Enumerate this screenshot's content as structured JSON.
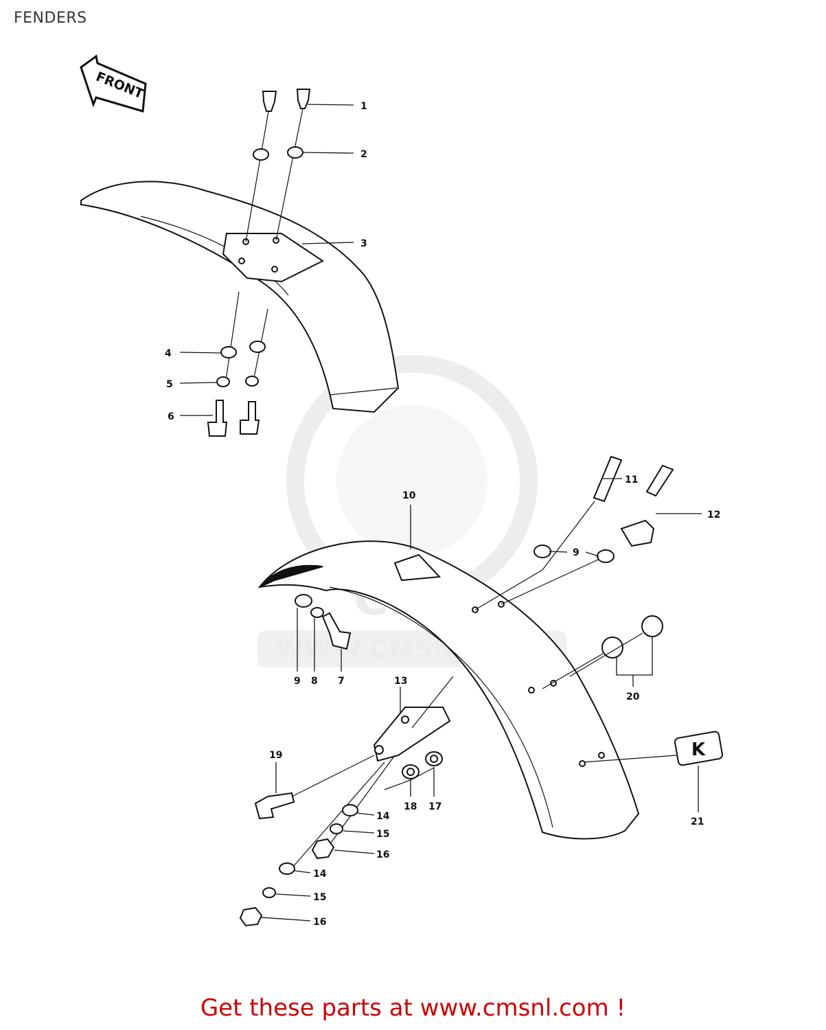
{
  "page": {
    "title": "FENDERS"
  },
  "front_arrow": {
    "label": "FRONT"
  },
  "watermark": {
    "brand": "CMS",
    "url": "WWW.CMSNL.COM"
  },
  "callouts": [
    {
      "id": "c1",
      "label": "1"
    },
    {
      "id": "c2",
      "label": "2"
    },
    {
      "id": "c3",
      "label": "3"
    },
    {
      "id": "c4",
      "label": "4"
    },
    {
      "id": "c5",
      "label": "5"
    },
    {
      "id": "c6",
      "label": "6"
    },
    {
      "id": "c7",
      "label": "7"
    },
    {
      "id": "c8",
      "label": "8"
    },
    {
      "id": "c9a",
      "label": "9"
    },
    {
      "id": "c9b",
      "label": "9"
    },
    {
      "id": "c10",
      "label": "10"
    },
    {
      "id": "c11",
      "label": "11"
    },
    {
      "id": "c12",
      "label": "12"
    },
    {
      "id": "c13",
      "label": "13"
    },
    {
      "id": "c14a",
      "label": "14"
    },
    {
      "id": "c14b",
      "label": "14"
    },
    {
      "id": "c15a",
      "label": "15"
    },
    {
      "id": "c15b",
      "label": "15"
    },
    {
      "id": "c16a",
      "label": "16"
    },
    {
      "id": "c16b",
      "label": "16"
    },
    {
      "id": "c17",
      "label": "17"
    },
    {
      "id": "c18",
      "label": "18"
    },
    {
      "id": "c19",
      "label": "19"
    },
    {
      "id": "c20",
      "label": "20"
    },
    {
      "id": "c21",
      "label": "21"
    }
  ],
  "footer": {
    "link_text": "Get these parts at www.cmsnl.com !"
  }
}
